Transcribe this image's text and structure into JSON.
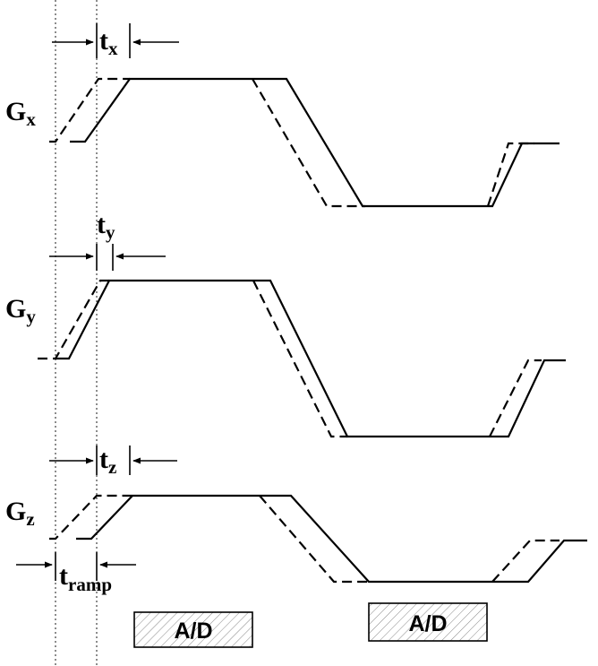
{
  "gradients": {
    "gx": {
      "main": "G",
      "sub": "x"
    },
    "gy": {
      "main": "G",
      "sub": "y"
    },
    "gz": {
      "main": "G",
      "sub": "z"
    }
  },
  "delays": {
    "tx": {
      "main": "t",
      "sub": "x"
    },
    "ty": {
      "main": "t",
      "sub": "y"
    },
    "tz": {
      "main": "t",
      "sub": "z"
    },
    "tramp": {
      "main": "t",
      "sub": "ramp"
    }
  },
  "adc": {
    "label1": "A/D",
    "label2": "A/D"
  },
  "legend": {
    "actual": "solid",
    "ideal": "dashed"
  }
}
